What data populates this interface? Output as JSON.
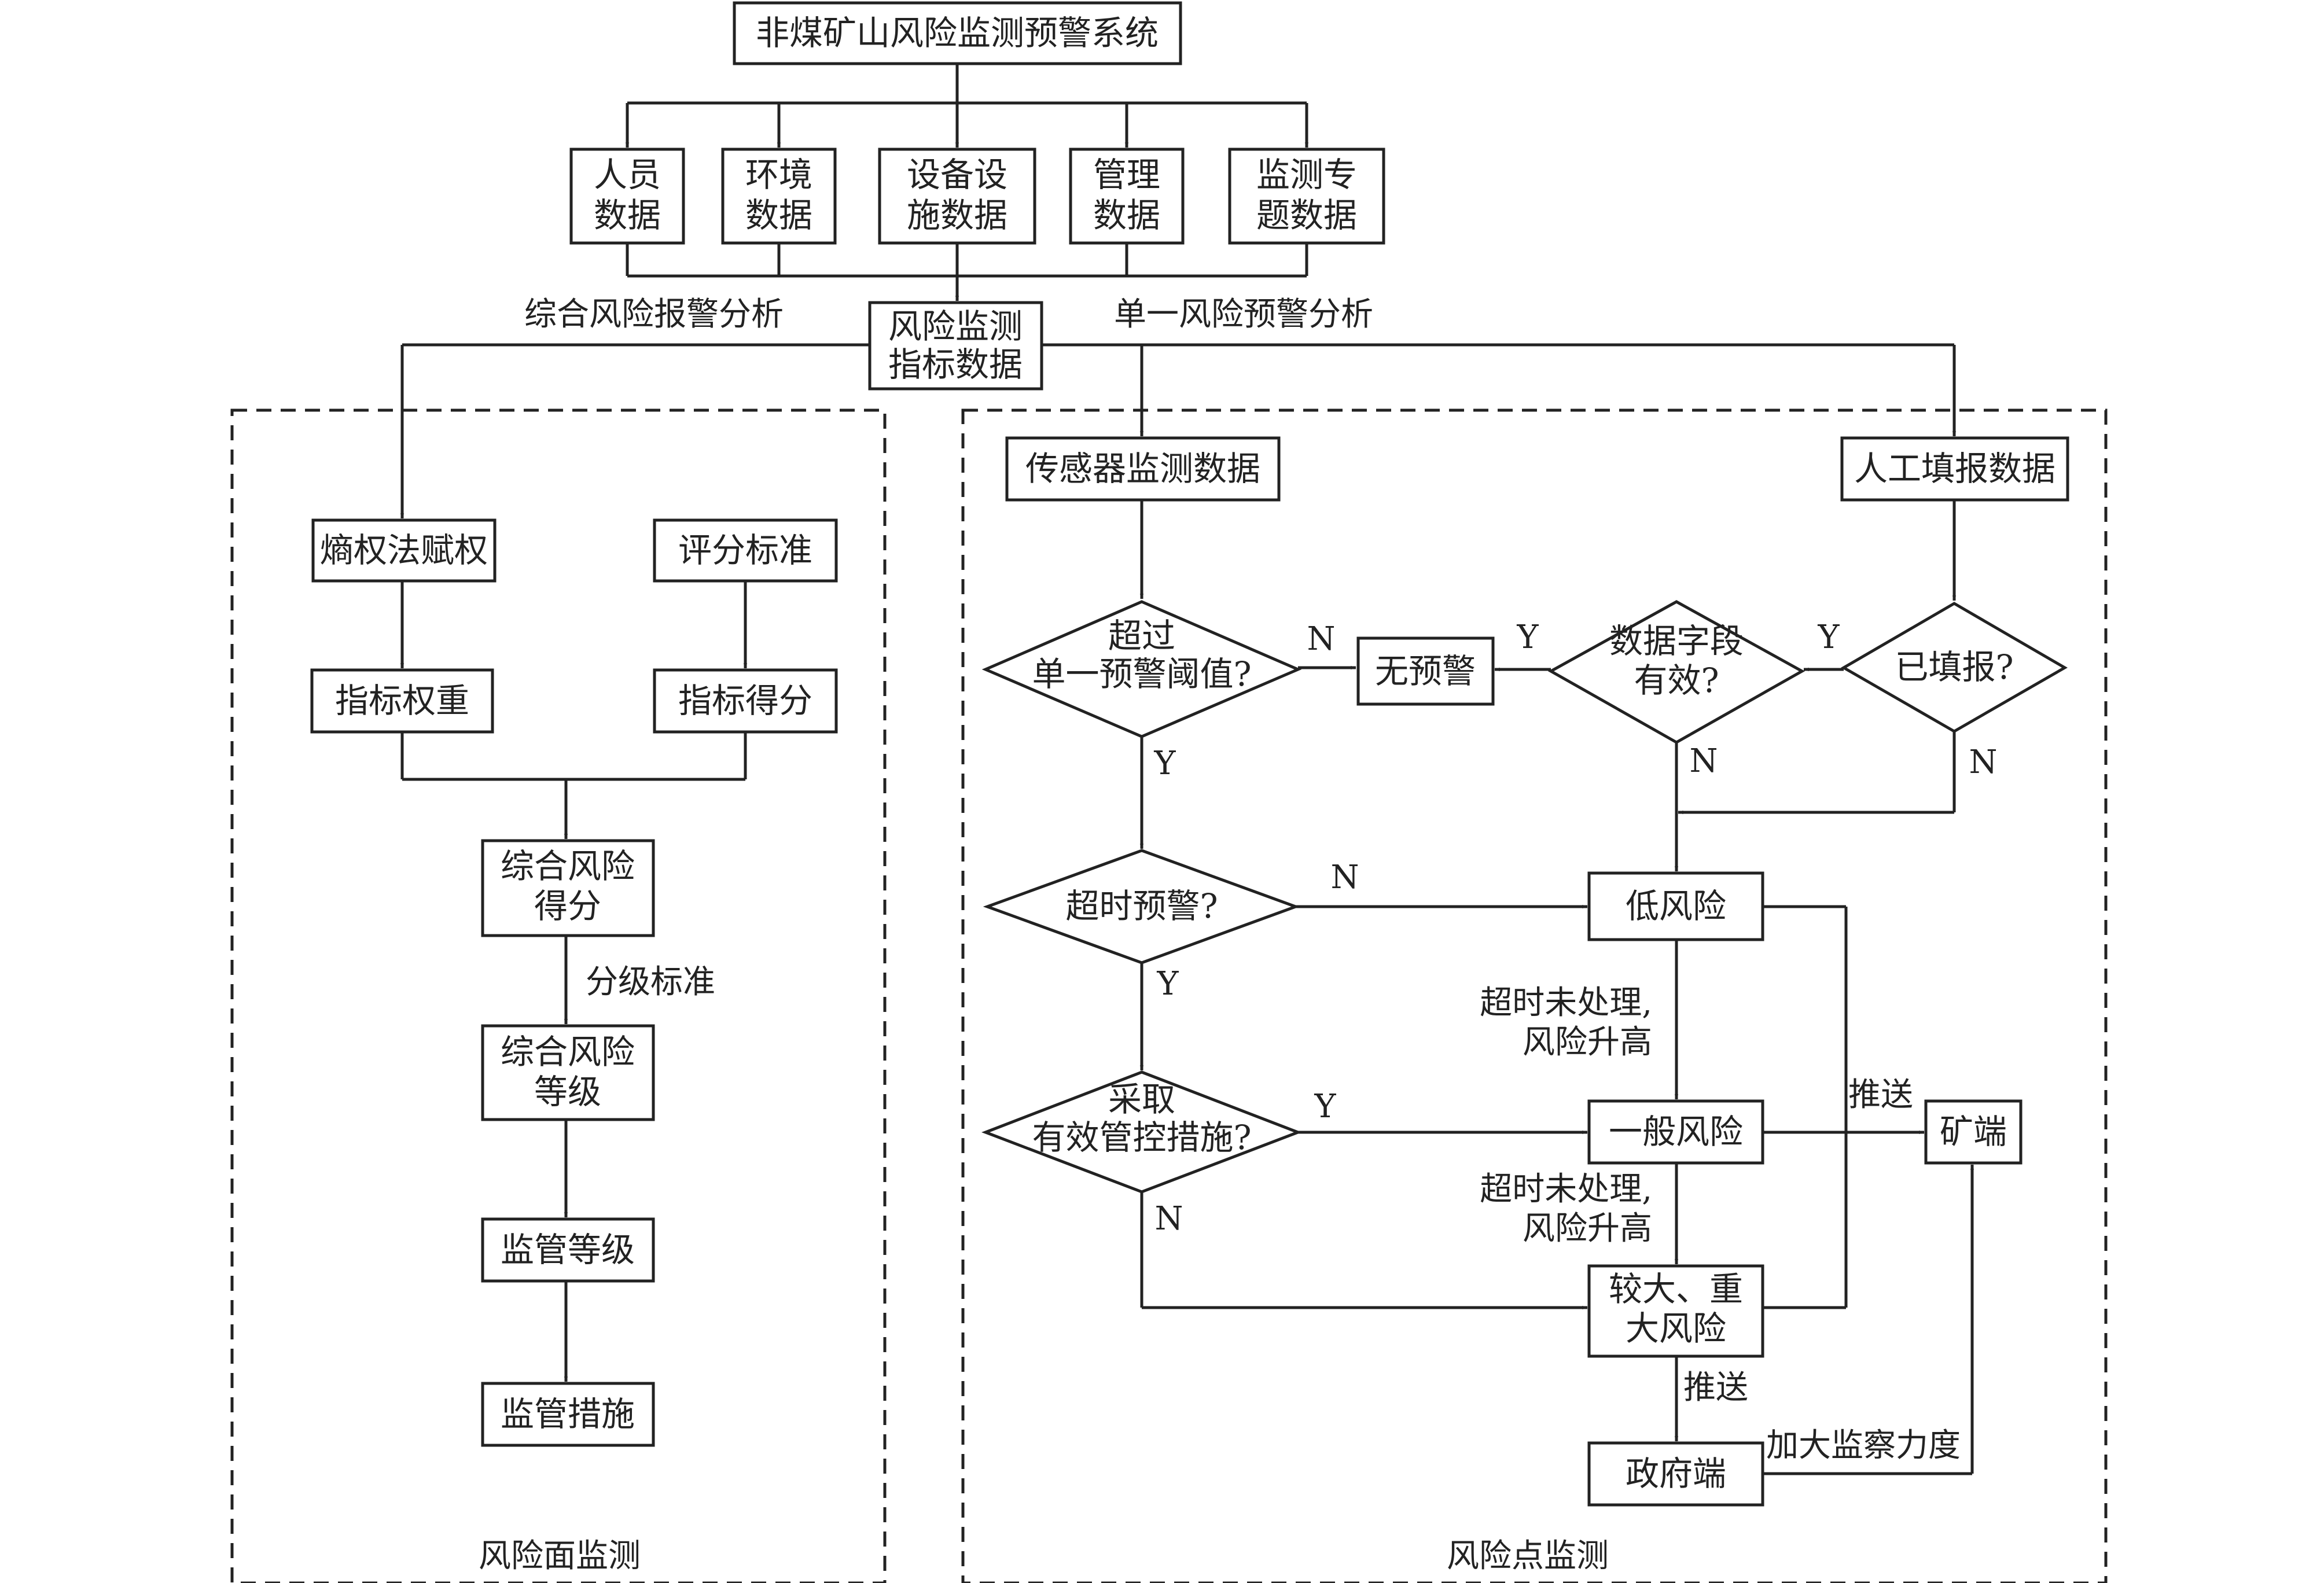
{
  "diagram": {
    "title": "非煤矿山风险监测预警系统",
    "data_sources": [
      {
        "lines": [
          "人员",
          "数据"
        ]
      },
      {
        "lines": [
          "环境",
          "数据"
        ]
      },
      {
        "lines": [
          "设备设",
          "施数据"
        ]
      },
      {
        "lines": [
          "管理",
          "数据"
        ]
      },
      {
        "lines": [
          "监测专",
          "题数据"
        ]
      }
    ],
    "indicator_data": [
      "风险监测",
      "指标数据"
    ],
    "branch_left_label": "综合风险报警分析",
    "branch_right_label": "单一风险预警分析",
    "surface": {
      "section_label": "风险面监测",
      "entropy_weighting": "熵权法赋权",
      "scoring_standard": "评分标准",
      "indicator_weight": "指标权重",
      "indicator_score": "指标得分",
      "composite_score": [
        "综合风险",
        "得分"
      ],
      "grading_standard": "分级标准",
      "composite_level": [
        "综合风险",
        "等级"
      ],
      "supervision_level": "监管等级",
      "supervision_measures": "监管措施"
    },
    "point": {
      "section_label": "风险点监测",
      "sensor_data": "传感器监测数据",
      "manual_data": "人工填报数据",
      "q_threshold": [
        "超过",
        "单一预警阈值?"
      ],
      "no_warning": "无预警",
      "q_field_valid": [
        "数据字段",
        "有效?"
      ],
      "q_reported": "已填报?",
      "q_timeout": "超时预警?",
      "low_risk": "低风险",
      "escalate_1": [
        "超时未处理,",
        "风险升高"
      ],
      "q_control": [
        "采取",
        "有效管控措施?"
      ],
      "general_risk": "一般风险",
      "escalate_2": [
        "超时未处理,",
        "风险升高"
      ],
      "major_risk": [
        "较大、重",
        "大风险"
      ],
      "push_1": "推送",
      "mine_end": "矿端",
      "push_2": "推送",
      "gov_end": "政府端",
      "increase_inspection": "加大监察力度",
      "yes": "Y",
      "no": "N"
    }
  }
}
